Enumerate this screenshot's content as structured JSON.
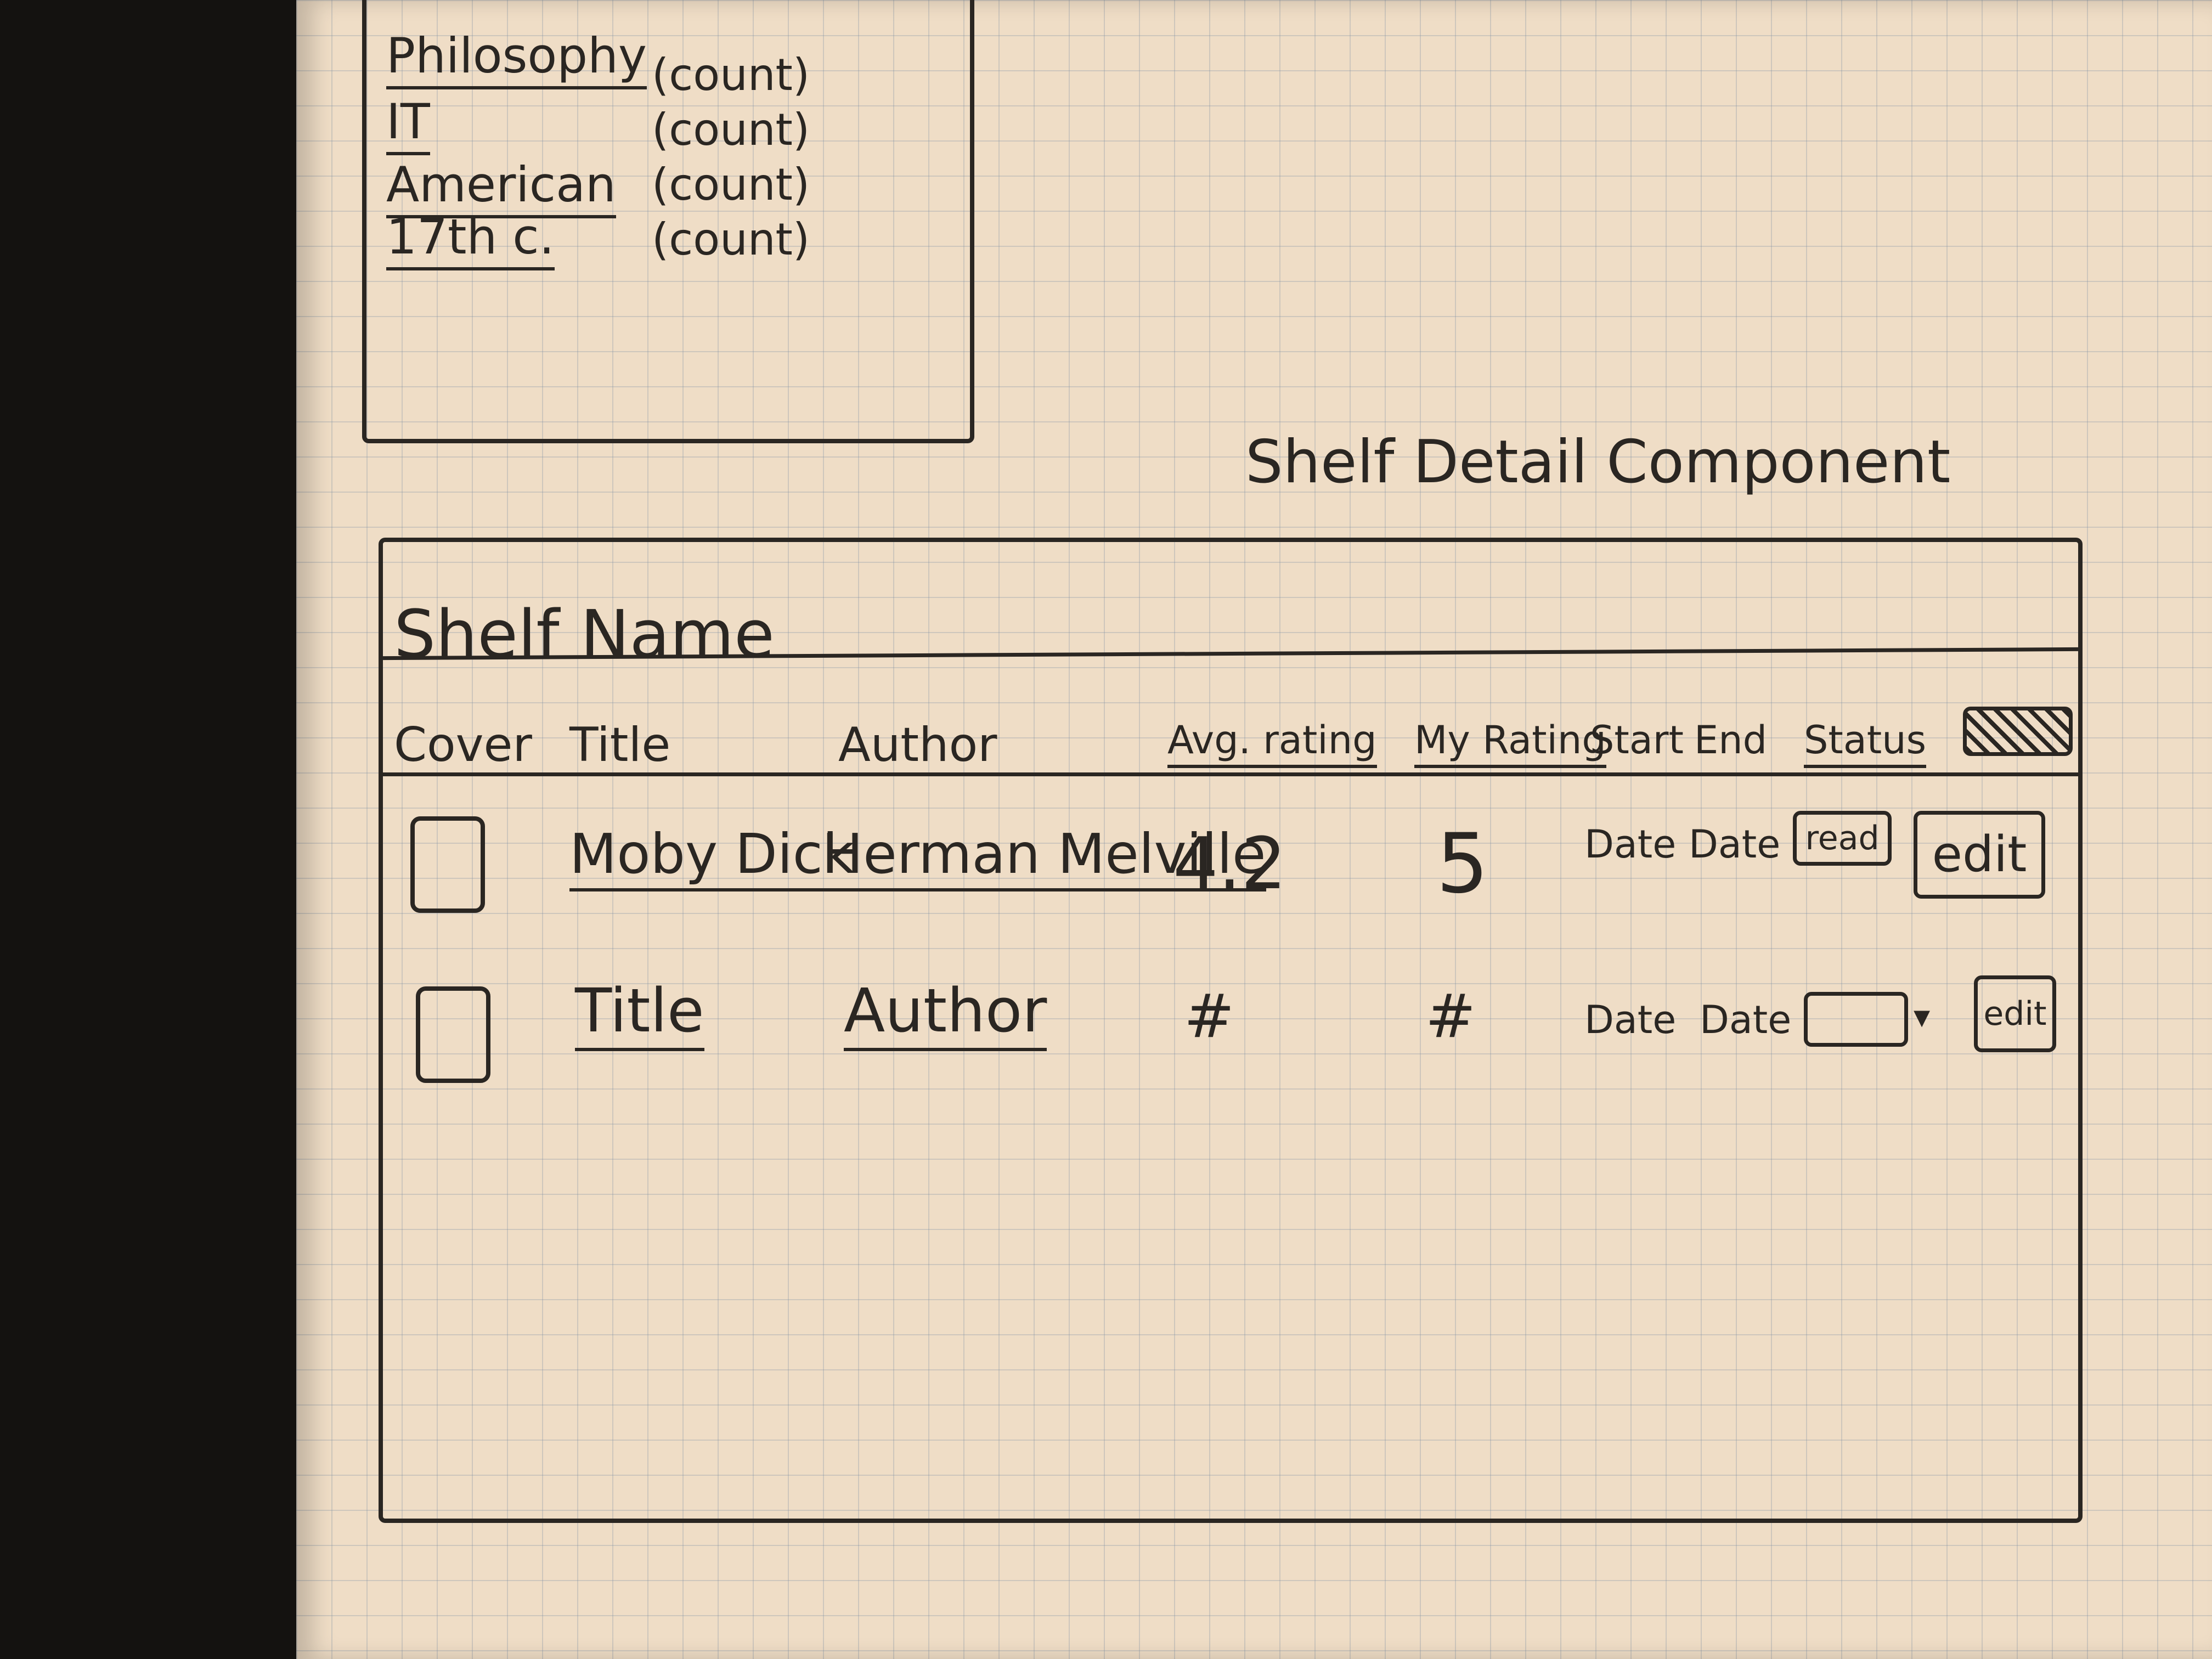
{
  "shelves": [
    {
      "name": "Philosophy",
      "count": "(count)"
    },
    {
      "name": "IT",
      "count": "(count)"
    },
    {
      "name": "American",
      "count": "(count)"
    },
    {
      "name": "17th c.",
      "count": "(count)"
    }
  ],
  "component_title": "Shelf Detail Component",
  "detail": {
    "shelf_name": "Shelf Name",
    "columns": [
      "Cover",
      "Title",
      "Author",
      "Avg. rating",
      "My Rating",
      "Start",
      "End",
      "Status"
    ],
    "rows": [
      {
        "title": "Moby Dick",
        "author": "Herman Melville",
        "avg_rating": "4.2",
        "my_rating": "5",
        "start": "Date",
        "end": "Date",
        "status": "read",
        "action": "edit"
      },
      {
        "title": "Title",
        "author": "Author",
        "avg_rating": "#",
        "my_rating": "#",
        "start": "Date",
        "end": "Date",
        "status": "",
        "dropdown": "▾",
        "action": "edit"
      }
    ]
  }
}
